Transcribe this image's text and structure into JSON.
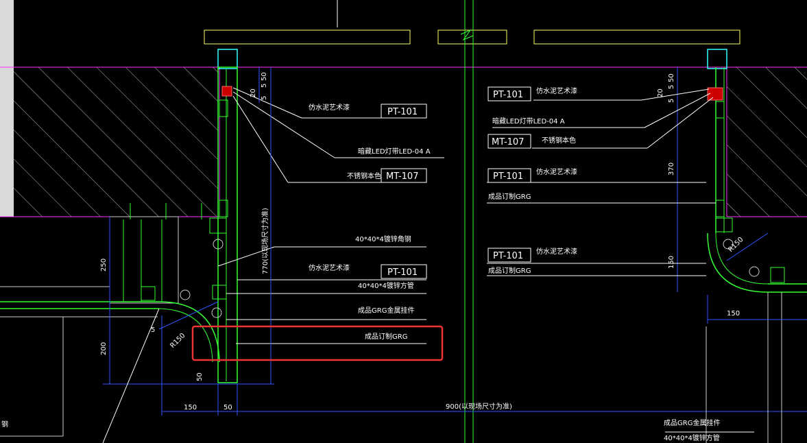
{
  "left": {
    "tags": [
      {
        "code": "PT-101",
        "desc": "仿水泥艺术漆"
      },
      {
        "code": "MT-107",
        "desc": "不锈钢本色"
      },
      {
        "code": "PT-101",
        "desc": "仿水泥艺术漆"
      }
    ],
    "led": "暗藏LED灯带LED-04 A",
    "steel_angle": "40*40*4镀锌角钢",
    "steel_tube": "40*40*4镀锌方管",
    "hanger": "成品GRG金属挂件",
    "grg": "成品订制GRG",
    "dims": {
      "d20": "20",
      "d5a": "5",
      "d5b": "5",
      "d50": "50",
      "d770": "770(以现场尺寸为准)",
      "d250": "250",
      "d200": "200",
      "d5": "5",
      "r150": "R150",
      "d50b": "50",
      "d150": "150",
      "d50c": "50",
      "d900": "900(以现场尺寸为准)"
    }
  },
  "right": {
    "tags": [
      {
        "code": "PT-101",
        "desc": "仿水泥艺术漆"
      },
      {
        "code": "MT-107",
        "desc": "不锈钢本色"
      },
      {
        "code": "PT-101",
        "desc": "仿水泥艺术漆"
      },
      {
        "code": "PT-101",
        "desc": "仿水泥艺术漆"
      }
    ],
    "led": "暗藏LED灯带LED-04 A",
    "grg1": "成品订制GRG",
    "grg2": "成品订制GRG",
    "hanger": "成品GRG金属挂件",
    "steel_tube": "40*40*4镀锌方管",
    "dims": {
      "d20": "20",
      "d5a": "5",
      "d5b": "5",
      "d50": "50",
      "d370": "370",
      "d150": "150",
      "d150b": "150",
      "r150": "R150"
    }
  },
  "bottom_left_text": "钢"
}
